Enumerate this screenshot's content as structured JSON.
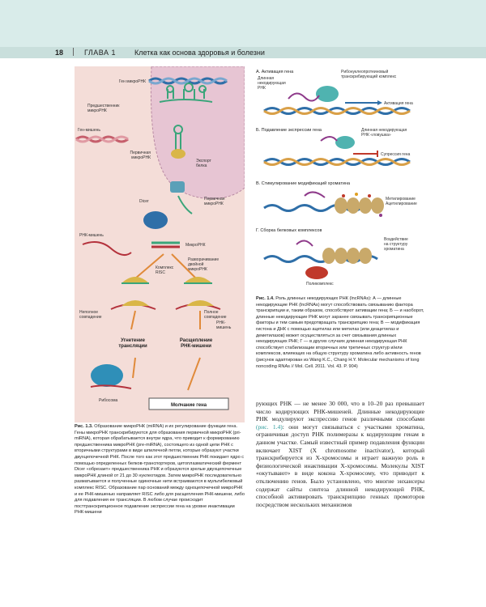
{
  "header": {
    "page_number": "18",
    "chapter": "ГЛАВА 1",
    "chapter_title": "Клетка как основа здоровья и болезни"
  },
  "figure_13": {
    "labels": {
      "mirna_gene": "Ген микроРНК",
      "precursor": "Предшественник\nмикроРНК",
      "target_gene": "Ген-мишень",
      "primary": "Первичная\nмикроРНК",
      "export": "Экспорт\nбелка",
      "dicer": "Dicer",
      "primary2": "Первичная\nмикроРНК",
      "target_rna": "РНК-мишень",
      "mirna": "МикроРНК",
      "unwinding": "Разворачивание\nдвойной\nмикроРНК",
      "risc": "Комплекс\nRISC",
      "partial": "Неполное\nсовпадение",
      "full": "Полное\nсовпадение",
      "rna_target2": "РНК-\nмишень",
      "suppression": "Угнетение\nтрансляции",
      "cleavage": "Расщепление\nРНК-мишени",
      "ribosome": "Рибосома",
      "silencing": "Молчание гена"
    },
    "caption_label": "Рис. 1.3.",
    "caption": "Образование микроРНК (miRNA) и их регулирование функции гена. Гены микроРНК транскрибируются для образования первичной микроРНК (pri-miRNA), которая обрабатывается внутри ядра, что приводит к формированию предшественника микроРНК (pre-miRNA), состоящего из одной цепи РНК с вторичными структурами в виде шпилечной петли, которые образуют участки двухцепочечной РНК. После того как этот предшественник РНК покидает ядро с помощью определенных белков-транспортеров, цитоплазматический фермент Dicer «обрезает» предшественника РНК и образуются зрелые двухцепочечные микроРНК длиной от 21 до 30 нуклеотидов. Затем микроРНК последовательно разматывается и полученные одиночные нити встраиваются в мультибелковый комплекс RISC. Образование пар оснований между одноцепочечной микроРНК и ее РНК-мишенью направляет RISC либо для расщепления РНК-мишени, либо для подавления ее трансляции. В любом случае происходит посттранскрипционное подавление экспрессии гена на уровне инактивации РНК-мишени"
  },
  "figure_14": {
    "panels": {
      "a": "А. Активация гена",
      "b": "Б. Подавление экспрессии гена",
      "c": "В. Стимулирование модификаций хроматина",
      "d": "Г. Сборка белковых комплексов"
    },
    "labels": {
      "lncrna": "Длинная\nнекодирующая\nРНК",
      "ribonucleo": "Рибонуклеопротеиновый\nтранскрибирующий комплекс",
      "activation": "Активация гена",
      "decoy": "Длинная некодирующая\nРНК «ловушка»",
      "suppression": "Супрессия гена",
      "methylation": "Метилирование\nАцетилирование",
      "structure": "Воздействие\nна структуру\nхроматина",
      "polycomplex": "Поликомплекс"
    },
    "caption_label": "Рис. 1.4.",
    "caption": "Роль длинных некодирующих РНК (lncRNAs): А — длинные некодирующие РНК (lncRNAs) могут способствовать связыванию фактора транскрипции и, таким образом, способствуют активации гена; Б — и наоборот, длинные некодирующие РНК могут заранее связывать транскрипционные факторы и тем самым предотвращать транскрипцию гена; В — модификация гистона и ДНК с помощью ацетилаз или метилаз (или деацетилаз и деметилазов) может осуществляться за счет связывания длинных некодирующих РНК; Г — в других случаях длинная некодирующая РНК способствует стабилизации вторичных или третичных структур и/или комплексов, влияющих на общую структуру хроматина либо активность генов (рисунок адаптирован из Wang K.C., Chang H.Y. Molecular mechanisms of long noncoding RNAs // Mol. Cell. 2011. Vol. 43. P. 904)"
  },
  "body": {
    "p1": "рующих РНК — не менее 30 000, что в 10–20 раз превышает число кодирующих РНК-мишеней. Длинные некодирующие РНК модулируют экспрессию генов различными способами",
    "link": "(рис. 1.4)",
    "p2": ": они могут связываться с участками хроматина, ограничивая доступ РНК полимеразы к кодирующим генам в данном участке. Самый известный пример подавления функции включает XIST (X chromosome inactivator), который транскрибируется из X-хромосомы и играет важную роль в физиологической инактивации X-хромосомы. Молекулы XIST «окутывают» в виде кокона X-хромосому, что приводит к отключению генов. Было установлено, что многие энхансеры содержат сайты синтеза длинной некодирующей РНК, способной активировать транскрипцию генных промоторов посредством нескольких механизмов"
  },
  "colors": {
    "header_band": "#d9ecea",
    "header_bar": "#c9dfdc",
    "figure_bg": "#f4ddd8",
    "dna_blue": "#2f6fa8",
    "rna_green": "#3aa57a",
    "rna_red": "#b4323c",
    "protein_yellow": "#d9b648",
    "accent_teal": "#2a9a9a",
    "arrow_orange": "#e08a3a"
  }
}
